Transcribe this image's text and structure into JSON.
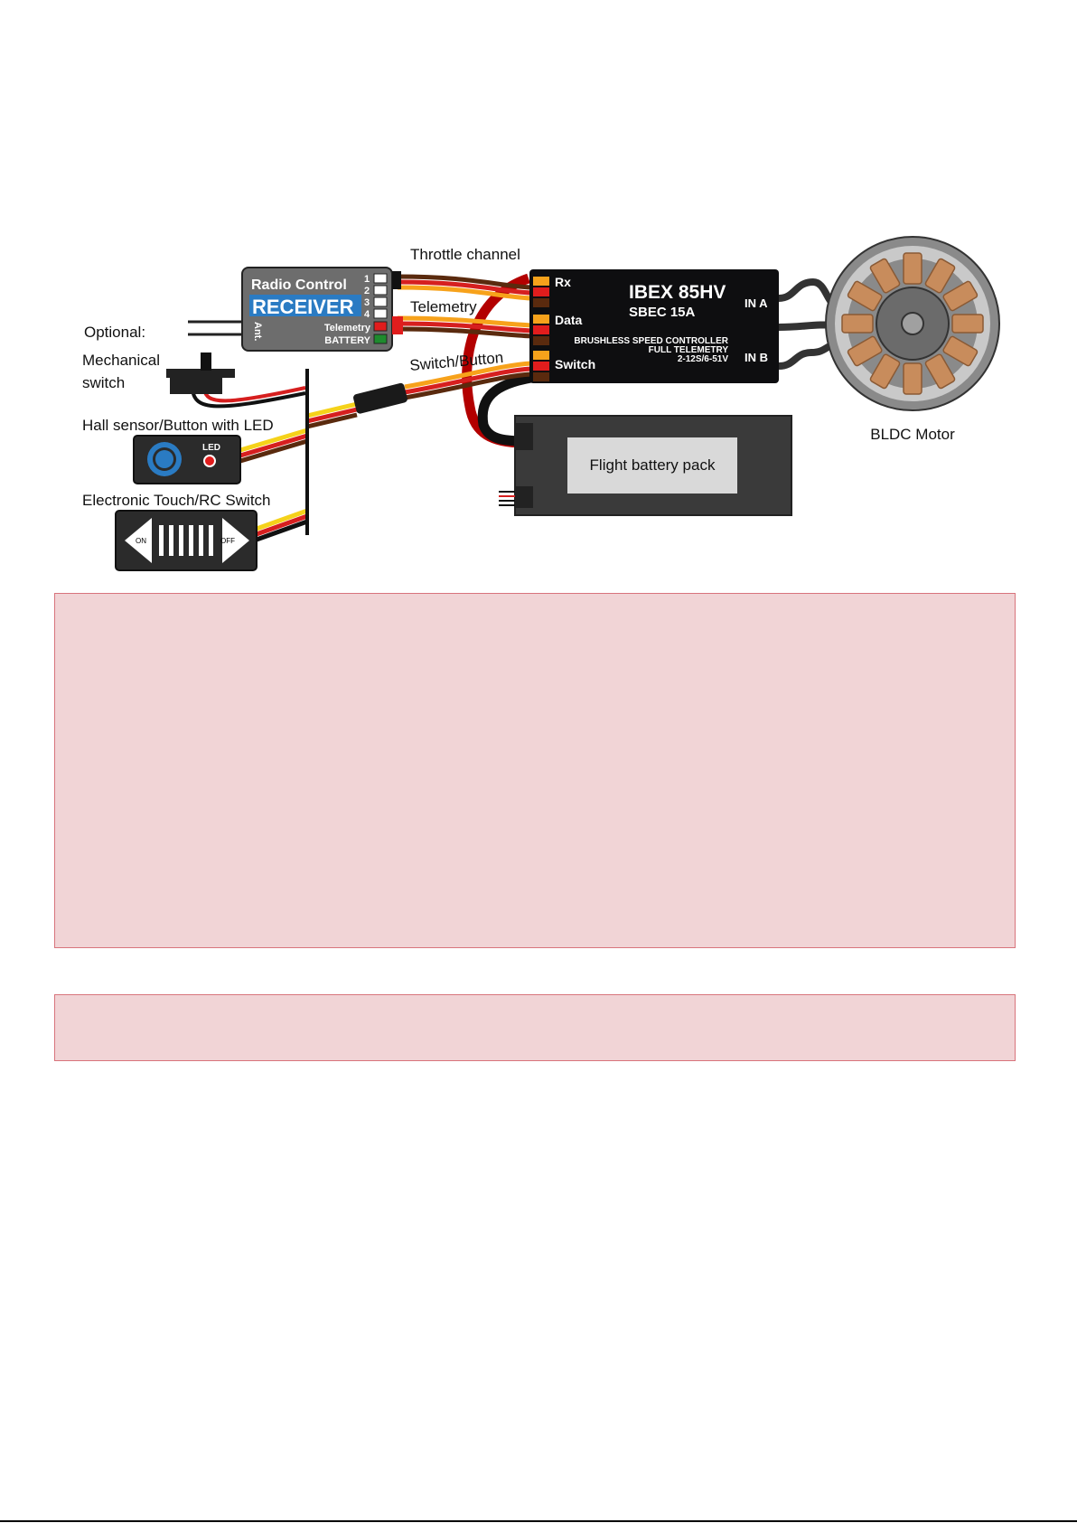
{
  "receiver": {
    "title": "Radio Control",
    "name": "RECEIVER",
    "channels": [
      "1",
      "2",
      "3",
      "4"
    ],
    "telemetry": "Telemetry",
    "battery": "BATTERY",
    "antenna": "Ant."
  },
  "esc": {
    "model": "IBEX 85HV",
    "sbec": "SBEC 15A",
    "line1": "BRUSHLESS SPEED CONTROLLER",
    "line2": "FULL TELEMETRY",
    "line3": "2-12S/6-51V",
    "port_rx": "Rx",
    "port_data": "Data",
    "port_switch": "Switch",
    "in_a": "IN A",
    "in_b": "IN B"
  },
  "labels": {
    "throttle": "Throttle channel",
    "telemetry": "Telemetry",
    "switch_button": "Switch/Button",
    "optional": "Optional:",
    "mechanical_1": "Mechanical",
    "mechanical_2": "switch",
    "hall": "Hall sensor/Button with LED",
    "led": "LED",
    "electronic": "Electronic Touch/RC Switch",
    "on": "ON",
    "off": "OFF",
    "battery": "Flight battery pack",
    "motor": "BLDC Motor"
  },
  "colors": {
    "wire_orange": "#f7a21b",
    "wire_red": "#d61f1f",
    "wire_brown": "#5a2a0e",
    "wire_yellow": "#f5d21a",
    "power_red": "#b30000",
    "esc_body": "#0e0e10",
    "receiver_body": "#6d6d6d",
    "receiver_blue": "#2a7bc3",
    "battery_body": "#3a3a3a",
    "battery_label": "#d9d9d9",
    "motor_copper": "#c88c5c",
    "box_fill": "#f1d4d6",
    "box_border": "#d8747c"
  }
}
